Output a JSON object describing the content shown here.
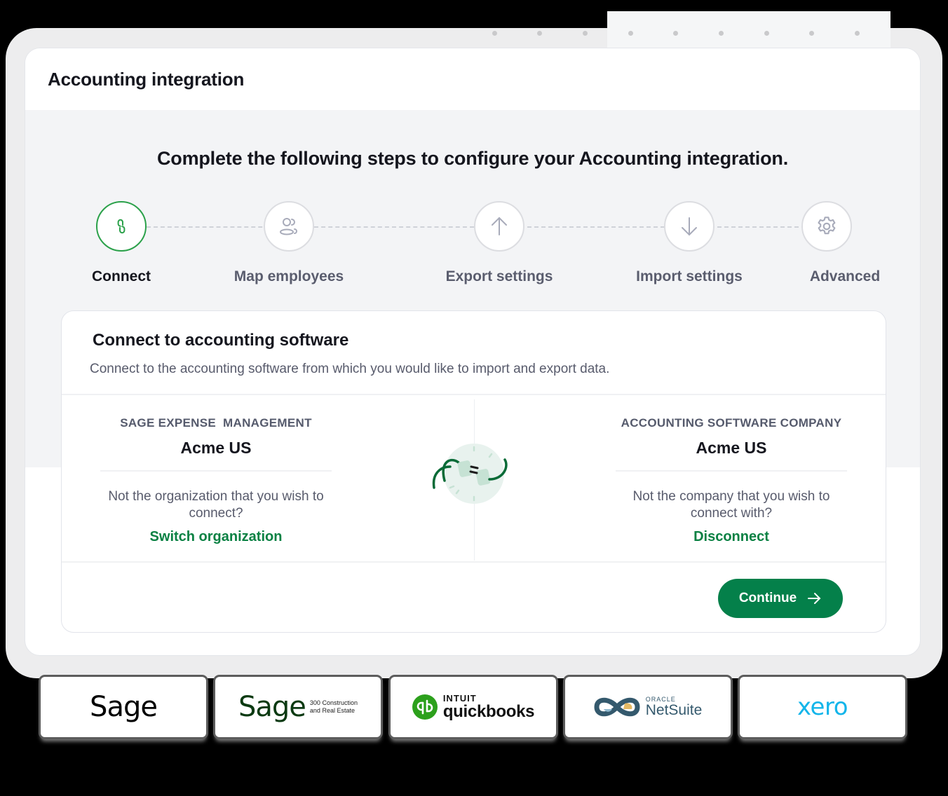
{
  "window": {
    "title": "Accounting integration"
  },
  "intro": "Complete the following steps to configure your Accounting integration.",
  "stepper": {
    "steps": [
      {
        "label": "Connect",
        "icon": "link-icon",
        "active": true
      },
      {
        "label": "Map employees",
        "icon": "users-icon",
        "active": false
      },
      {
        "label": "Export settings",
        "icon": "arrow-up-icon",
        "active": false
      },
      {
        "label": "Import settings",
        "icon": "arrow-down-icon",
        "active": false
      },
      {
        "label": "Advanced",
        "icon": "gear-icon",
        "active": false
      }
    ]
  },
  "card": {
    "title": "Connect to accounting software",
    "description": "Connect to the accounting software from which you would like to import and export data.",
    "left": {
      "label": "SAGE EXPENSE  MANAGEMENT",
      "name": "Acme US",
      "question": "Not the organization that you wish to connect?",
      "link": "Switch organization"
    },
    "right": {
      "label": "ACCOUNTING SOFTWARE COMPANY",
      "name": "Acme US",
      "question": "Not the company that you wish to connect with?",
      "link": "Disconnect"
    },
    "continue_label": "Continue"
  },
  "logos": [
    {
      "name": "Sage",
      "word": "Sage",
      "color": "#000000"
    },
    {
      "name": "Sage 300 Construction and Real Estate",
      "word": "Sage",
      "sub_line1": "300 Construction",
      "sub_line2": "and Real Estate",
      "color": "#0b3a12"
    },
    {
      "name": "Intuit QuickBooks",
      "top": "INTUIT",
      "bottom": "quickbooks",
      "color": "#2ca01c"
    },
    {
      "name": "Oracle NetSuite",
      "top": "ORACLE",
      "bottom": "NetSuite",
      "color": "#34596d"
    },
    {
      "name": "Xero",
      "word": "xero",
      "color": "#13b5ea"
    }
  ],
  "colors": {
    "accent_green": "#04804a",
    "active_step_border": "#2ba14a",
    "link_green": "#0a8143",
    "background_gray": "#f3f4f6"
  }
}
